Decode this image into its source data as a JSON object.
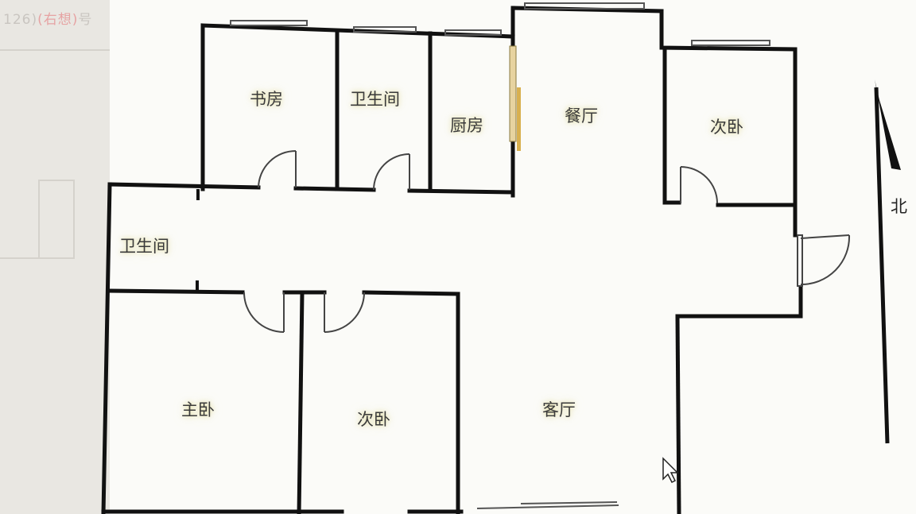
{
  "header_fragment": {
    "prefix": "126)",
    "highlight": "(右想)",
    "suffix": "号"
  },
  "rooms": {
    "study": "书房",
    "bathroom_top": "卫生间",
    "kitchen": "厨房",
    "dining": "餐厅",
    "second_bedroom_top": "次卧",
    "bathroom_left": "卫生间",
    "master_bedroom": "主卧",
    "second_bedroom_bottom": "次卧",
    "living_room": "客厅"
  },
  "north_label": "北",
  "colors": {
    "wall": "#111111",
    "door": "#444444",
    "accent_door": "#d8b050",
    "paper": "#fbfbf8"
  }
}
